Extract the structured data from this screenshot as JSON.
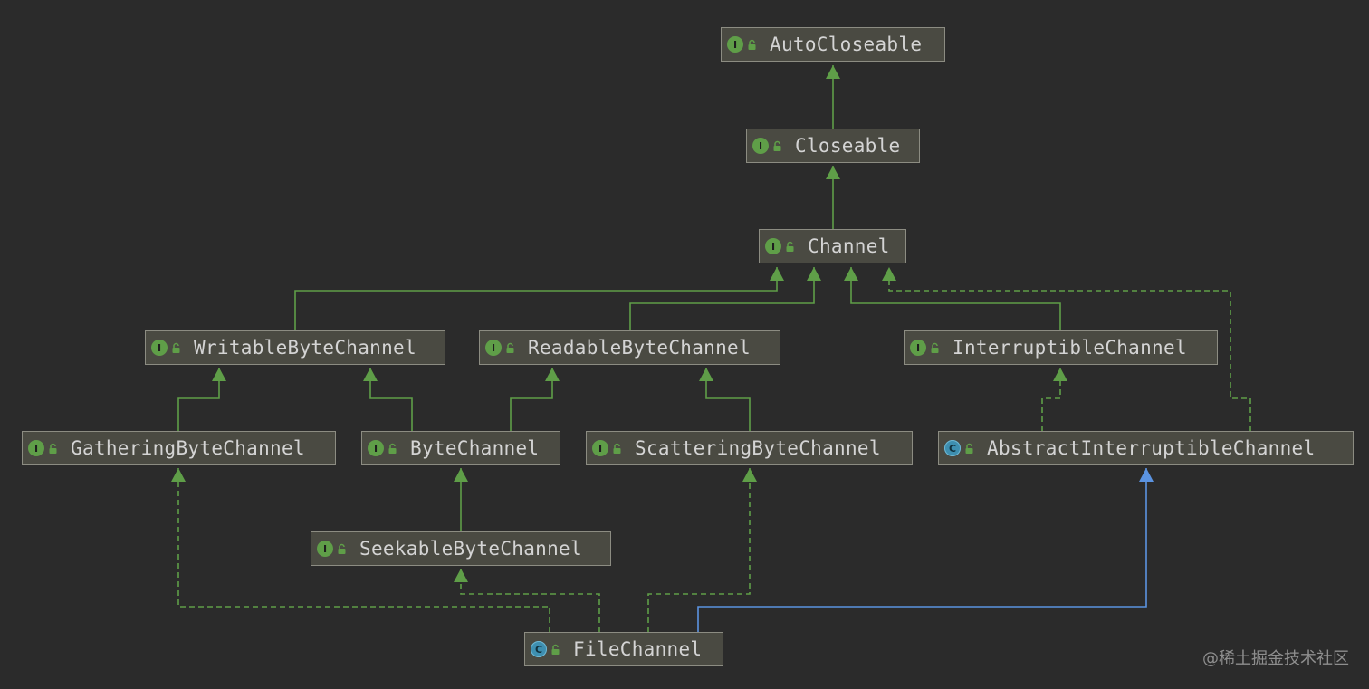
{
  "nodes": {
    "autocloseable": {
      "label": "AutoCloseable",
      "kind": "I"
    },
    "closeable": {
      "label": "Closeable",
      "kind": "I"
    },
    "channel": {
      "label": "Channel",
      "kind": "I"
    },
    "writable": {
      "label": "WritableByteChannel",
      "kind": "I"
    },
    "readable": {
      "label": "ReadableByteChannel",
      "kind": "I"
    },
    "interruptible": {
      "label": "InterruptibleChannel",
      "kind": "I"
    },
    "gathering": {
      "label": "GatheringByteChannel",
      "kind": "I"
    },
    "bytechannel": {
      "label": "ByteChannel",
      "kind": "I"
    },
    "scattering": {
      "label": "ScatteringByteChannel",
      "kind": "I"
    },
    "abstractinterruptible": {
      "label": "AbstractInterruptibleChannel",
      "kind": "C"
    },
    "seekable": {
      "label": "SeekableByteChannel",
      "kind": "I"
    },
    "filechannel": {
      "label": "FileChannel",
      "kind": "C"
    }
  },
  "colors": {
    "interface_edge": "#5f9e48",
    "class_edge": "#5b93e0",
    "node_bg": "#4a4a42",
    "node_border": "#8c8c82"
  },
  "watermark": "@稀土掘金技术社区"
}
